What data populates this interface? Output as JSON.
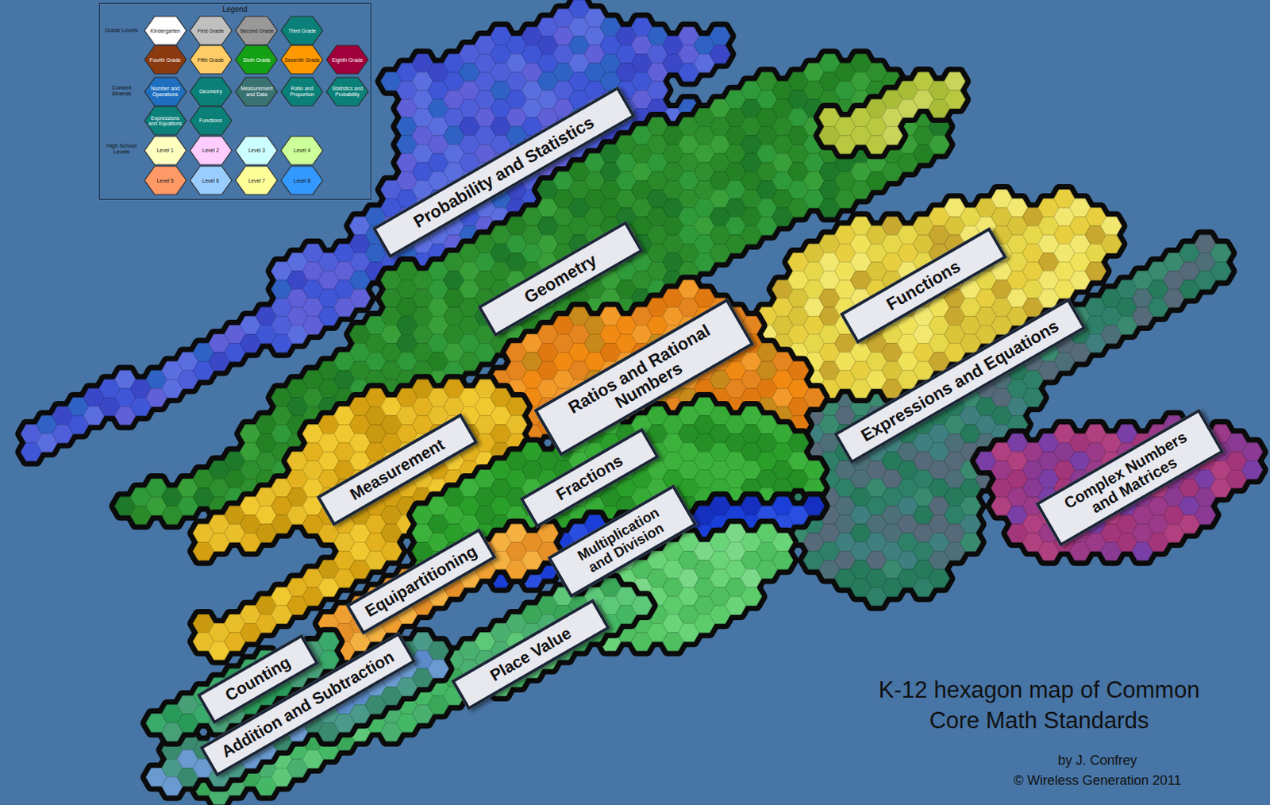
{
  "diagram": {
    "title": "K-12 hexagon map of Common Core Math Standards",
    "caption": "by J. Confrey",
    "nodes": [
      {
        "text": [
          "Probability and Statistics"
        ]
      },
      {
        "text": [
          "Geometry"
        ]
      },
      {
        "text": [
          "Functions"
        ]
      },
      {
        "text": [
          "Ratios and Rational Numbers"
        ]
      },
      {
        "text": [
          "Expressions and Equations"
        ]
      },
      {
        "text": [
          "Measurement"
        ]
      },
      {
        "text": [
          "Fractions"
        ]
      },
      {
        "text": [
          "Complex Numbers and Matrices"
        ]
      },
      {
        "text": [
          "Multiplication and Division"
        ]
      },
      {
        "text": [
          "Equipartitioning"
        ]
      },
      {
        "text": [
          "Place Value"
        ]
      },
      {
        "text": [
          "Counting"
        ]
      },
      {
        "text": [
          "Addition and Subtraction"
        ]
      }
    ],
    "labels": [
      "Legend",
      "Grade Levels",
      "Content Strands",
      "High School Levels",
      "© Wireless Generation 2011"
    ],
    "legend": [
      {
        "text": "Kindergarten",
        "color": "#ffffff"
      },
      {
        "text": "First Grade",
        "color": "#c0c0c0"
      },
      {
        "text": "Second Grade",
        "color": "#999999"
      },
      {
        "text": "Third Grade",
        "color": "#0a8078"
      },
      {
        "text": "Fourth Grade",
        "color": "#8b3a10"
      },
      {
        "text": "Fifth Grade",
        "color": "#ffcc66"
      },
      {
        "text": "Sixth Grade",
        "color": "#14a014"
      },
      {
        "text": "Seventh Grade",
        "color": "#ff9900"
      },
      {
        "text": "Eighth Grade",
        "color": "#a0003c"
      },
      {
        "text": "Number and Operations",
        "color": "#1e6fc0"
      },
      {
        "text": "Geometry",
        "color": "#0a8078"
      },
      {
        "text": "Measurement and Data",
        "color": "#3a7272"
      },
      {
        "text": "Ratio and Proportion",
        "color": "#0a8078"
      },
      {
        "text": "Statistics and Probability",
        "color": "#0a8078"
      },
      {
        "text": "Expressions and Equations",
        "color": "#0a8078"
      },
      {
        "text": "Functions",
        "color": "#0a8078"
      },
      {
        "text": "Level 1",
        "color": "#ffffc0"
      },
      {
        "text": "Level 2",
        "color": "#ffccff"
      },
      {
        "text": "Level 3",
        "color": "#ccffff"
      },
      {
        "text": "Level 4",
        "color": "#ccff99"
      },
      {
        "text": "Level 5",
        "color": "#ff9966"
      },
      {
        "text": "Level 6",
        "color": "#99ccff"
      },
      {
        "text": "Level 7",
        "color": "#ffff99"
      },
      {
        "text": "Level 8",
        "color": "#3399ff"
      }
    ]
  }
}
